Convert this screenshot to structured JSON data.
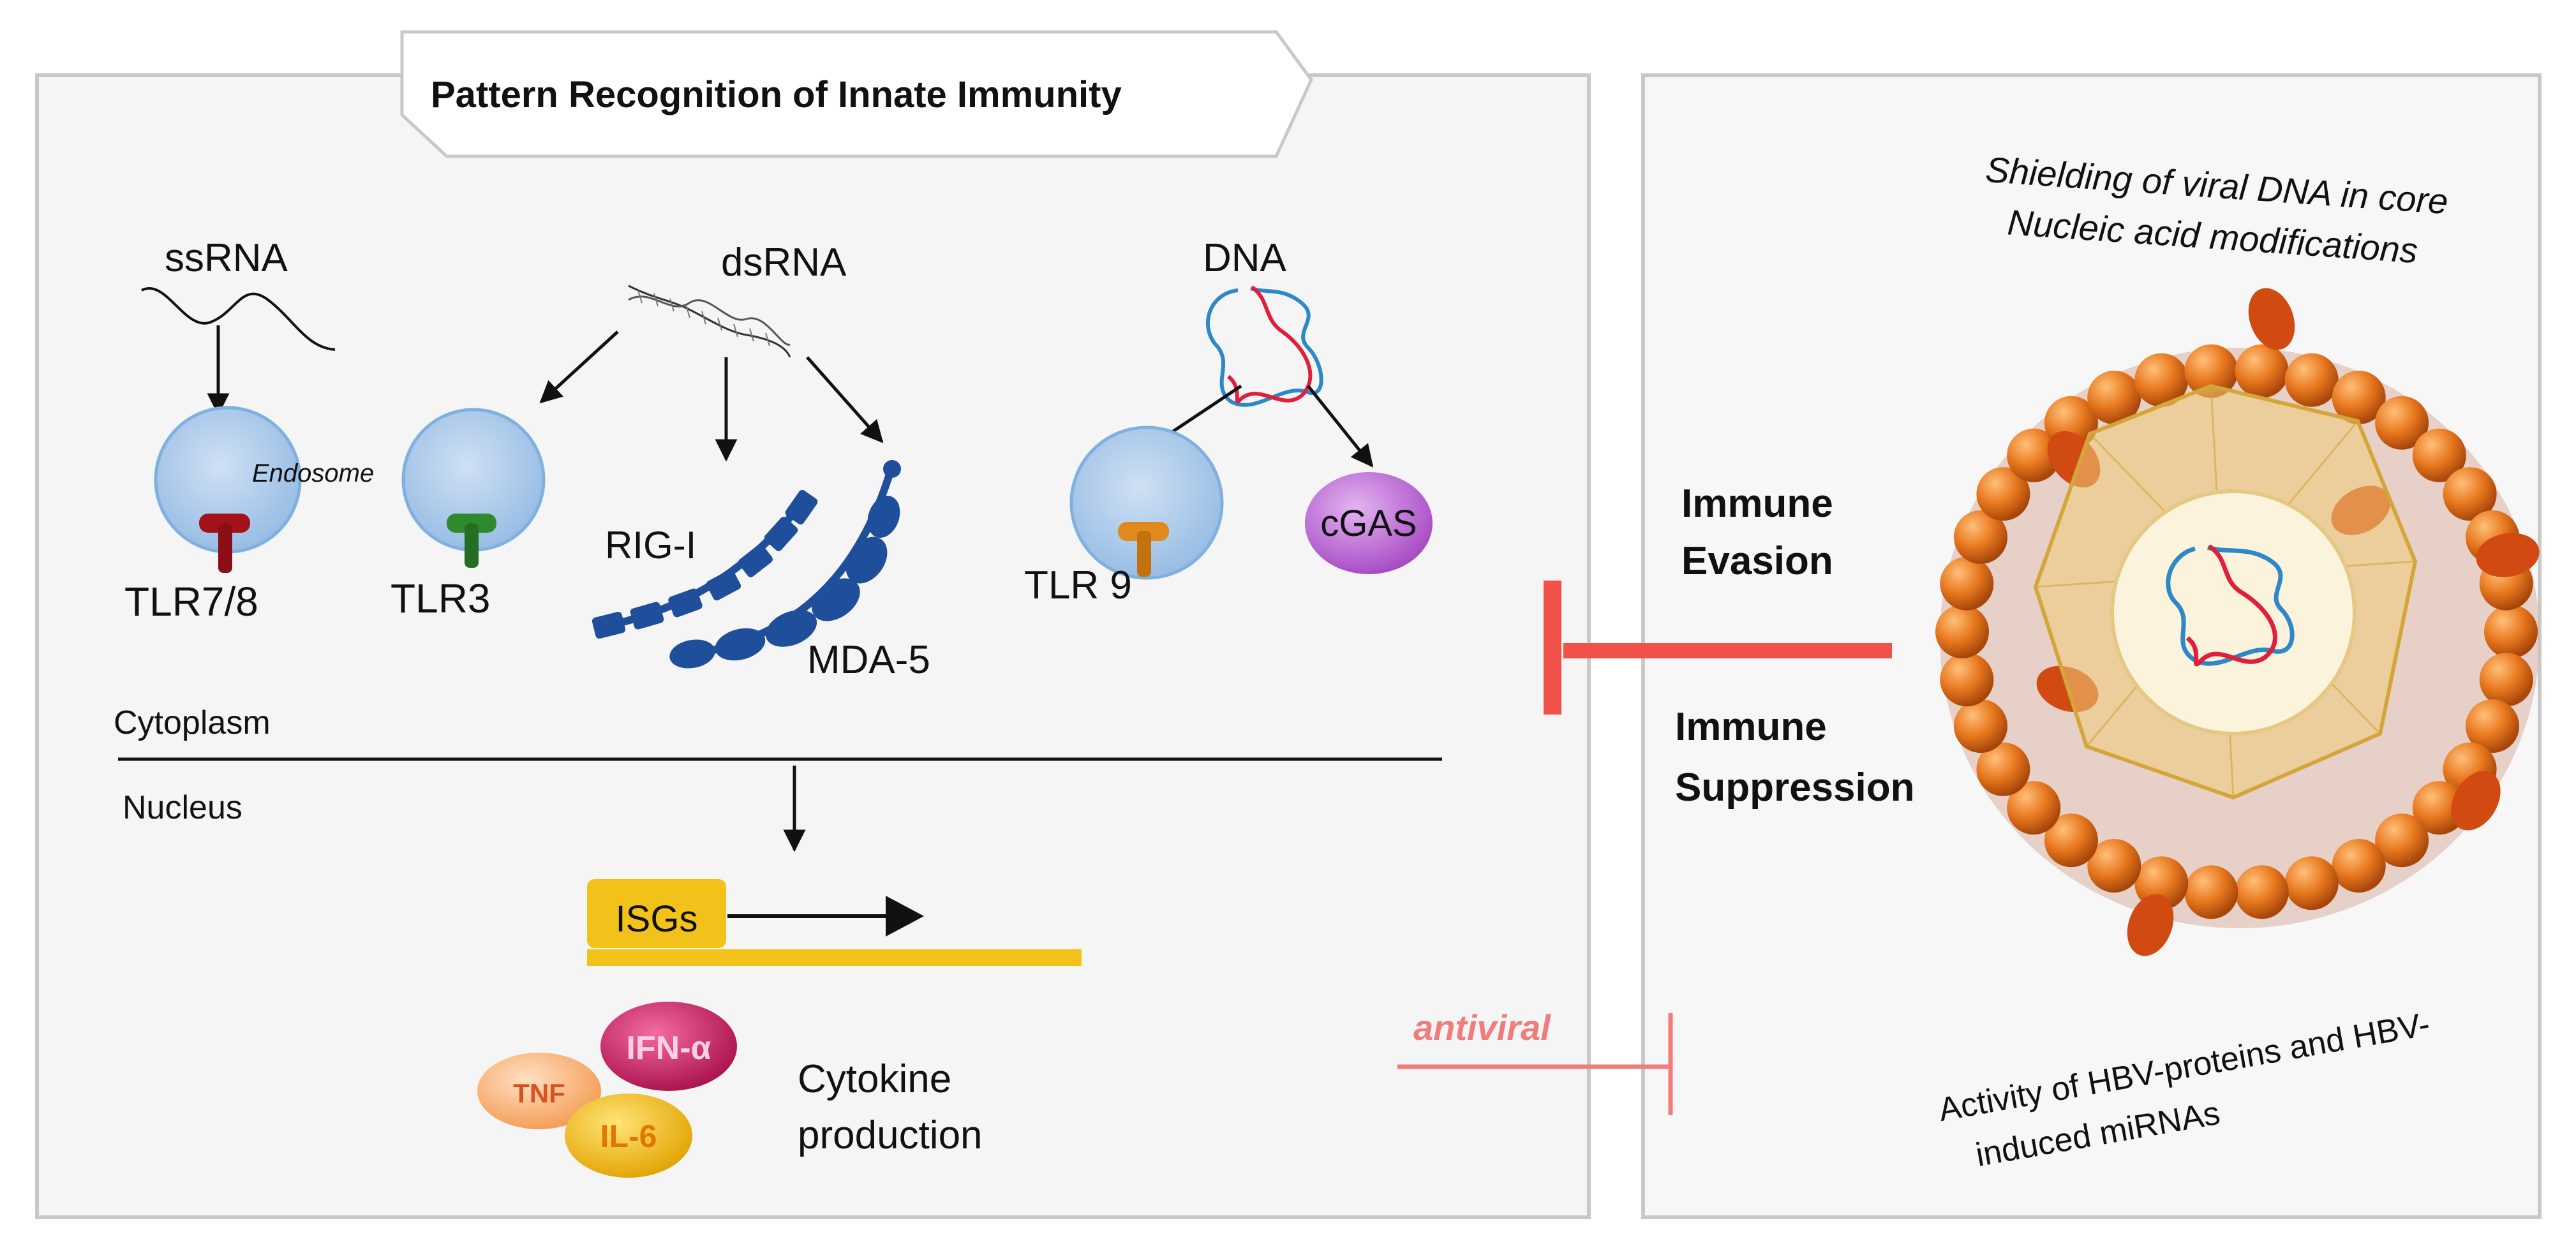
{
  "title": "Pattern Recognition of Innate Immunity",
  "ligands": {
    "ssrna": "ssRNA",
    "dsrna": "dsRNA",
    "dna": "DNA"
  },
  "sensors": {
    "endosome": "Endosome",
    "tlr78": "TLR7/8",
    "tlr3": "TLR3",
    "rigi": "RIG-I",
    "mda5": "MDA-5",
    "tlr9": "TLR 9",
    "cgas": "cGAS"
  },
  "compartments": {
    "cytoplasm": "Cytoplasm",
    "nucleus": "Nucleus"
  },
  "gene": {
    "isgs": "ISGs"
  },
  "cytokines": {
    "tnf": "TNF",
    "ifn": "IFN-α",
    "il6": "IL-6",
    "production_line1": "Cytokine",
    "production_line2": "production"
  },
  "hbv": {
    "shield_line1": "Shielding of viral DNA in core",
    "shield_line2": "Nucleic acid modifications",
    "evasion_line1": "Immune",
    "evasion_line2": "Evasion",
    "suppression_line1": "Immune",
    "suppression_line2": "Suppression",
    "activity_line1": "Activity of HBV-proteins and HBV-",
    "activity_line2": "induced miRNAs"
  },
  "antiviral": "antiviral",
  "colors": {
    "panel_bg": "#f5f5f5",
    "panel_border": "#c8c8c8",
    "endosome_fill": "#a9c6e8",
    "endosome_stroke": "#6ea3d6",
    "tlr78": "#a3111b",
    "tlr3": "#2f8a2f",
    "tlr9": "#e08a1e",
    "rig_mda": "#1f4e9a",
    "cgas": "#b85ad0",
    "isg_box": "#f2c21a",
    "tnf": "#f4a15e",
    "ifn": "#c2185b",
    "il6": "#f0b400",
    "inhibit_red": "#f0524a",
    "antiviral_pink": "#f07c7c",
    "capsid_bead": "#e07020",
    "dna_blue": "#2e88c8",
    "dna_red": "#e0203a"
  }
}
